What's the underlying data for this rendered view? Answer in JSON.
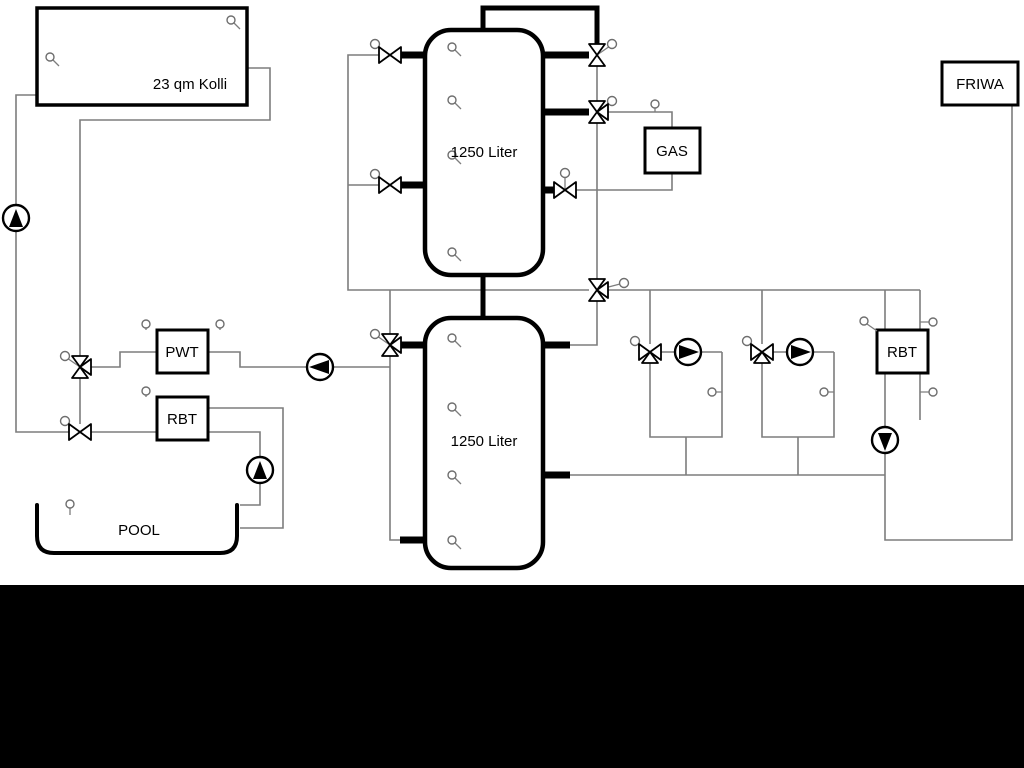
{
  "diagram": {
    "kind": "heating-plant-schematic",
    "labels": {
      "collector": "23 qm Kolli",
      "tank_top": "1250 Liter",
      "tank_bottom": "1250 Liter",
      "gas": "GAS",
      "friwa": "FRIWA",
      "pwt": "PWT",
      "rbt_left": "RBT",
      "rbt_right": "RBT",
      "pool": "POOL"
    },
    "colors": {
      "background": "#ffffff",
      "outline": "#000000",
      "pipe": "#7d7d7d",
      "footer_bar": "#000000"
    },
    "icons": {
      "pump": "circle-with-filled-triangle",
      "valve": "bowtie-triangles-with-actuator-circle",
      "sensor": "small-circle-with-stem"
    }
  }
}
